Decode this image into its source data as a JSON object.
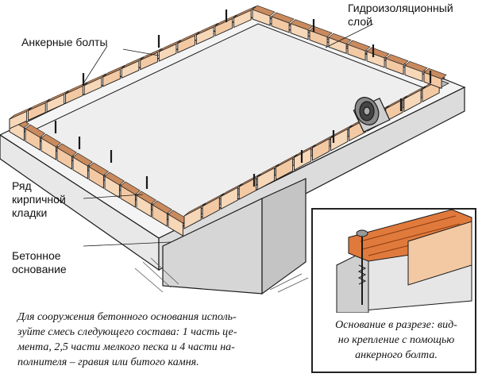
{
  "labels": {
    "waterproofing_line1": "Гидроизоляционный",
    "waterproofing_line2": "слой",
    "anchor_bolts": "Анкерные болты",
    "brick_row_line1": "Ряд",
    "brick_row_line2": "кирпичной",
    "brick_row_line3": "кладки",
    "concrete_base_line1": "Бетонное",
    "concrete_base_line2": "основание"
  },
  "captions": {
    "main_line1": "Для сооружения бетонного основания исполь-",
    "main_line2": "зуйте смесь следующего состава: 1 часть це-",
    "main_line3": "мента, 2,5 части мелкого песка и 4 части на-",
    "main_line4": "полнителя – гравия или битого камня.",
    "inset_line1": "Основание в разрезе: вид-",
    "inset_line2": "но крепление с помощью",
    "inset_line3": "анкерного болта."
  },
  "colors": {
    "brick": "#f3c9a3",
    "brick_dark": "#c98a5e",
    "wood": "#e07a3c",
    "line": "#1a1a1a"
  }
}
